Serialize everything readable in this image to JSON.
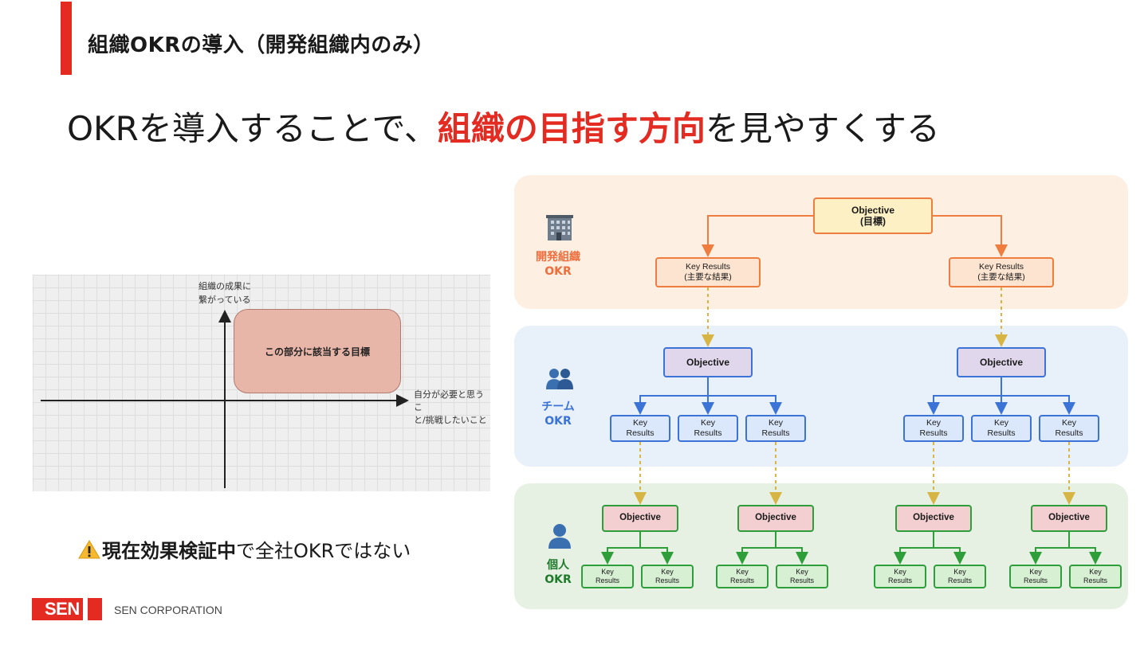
{
  "slide": {
    "section_title": "組織OKRの導入（開発組織内のみ）",
    "headline_pre": "OKRを導入することで、",
    "headline_highlight": "組織の目指す方向",
    "headline_post": "を見やすくする",
    "accent_color": "#e32b22"
  },
  "quadrant": {
    "y_axis_label_line1": "組織の成果に",
    "y_axis_label_line2": "繋がっている",
    "x_axis_label_line1": "自分が必要と思うこ",
    "x_axis_label_line2": "と/挑戦したいこと",
    "target_box": "この部分に該当する目標"
  },
  "note": {
    "icon": "warning-icon",
    "bold": "現在効果検証中",
    "rest": "で全社OKRではない"
  },
  "footer": {
    "logo": "SEN",
    "company": "SEN CORPORATION"
  },
  "diagram": {
    "levels": {
      "org": {
        "name": "開発組織",
        "suffix": "OKR",
        "icon": "building-icon",
        "color": "#ee6e3c"
      },
      "team": {
        "name": "チーム",
        "suffix": "OKR",
        "icon": "group-icon",
        "color": "#3b73d6"
      },
      "individual": {
        "name": "個人",
        "suffix": "OKR",
        "icon": "person-icon",
        "color": "#1f7a2c"
      }
    },
    "org_objective": {
      "line1": "Objective",
      "line2": "(目標)"
    },
    "org_key_results": [
      {
        "line1": "Key Results",
        "line2": "(主要な結果)"
      },
      {
        "line1": "Key Results",
        "line2": "(主要な結果)"
      }
    ],
    "team_objectives": [
      "Objective",
      "Objective"
    ],
    "team_key_results": [
      {
        "line1": "Key",
        "line2": "Results"
      },
      {
        "line1": "Key",
        "line2": "Results"
      },
      {
        "line1": "Key",
        "line2": "Results"
      },
      {
        "line1": "Key",
        "line2": "Results"
      },
      {
        "line1": "Key",
        "line2": "Results"
      },
      {
        "line1": "Key",
        "line2": "Results"
      }
    ],
    "individual_objectives": [
      "Objective",
      "Objective",
      "Objective",
      "Objective"
    ],
    "individual_key_results": [
      {
        "line1": "Key",
        "line2": "Results"
      },
      {
        "line1": "Key",
        "line2": "Results"
      },
      {
        "line1": "Key",
        "line2": "Results"
      },
      {
        "line1": "Key",
        "line2": "Results"
      },
      {
        "line1": "Key",
        "line2": "Results"
      },
      {
        "line1": "Key",
        "line2": "Results"
      },
      {
        "line1": "Key",
        "line2": "Results"
      },
      {
        "line1": "Key",
        "line2": "Results"
      }
    ]
  }
}
